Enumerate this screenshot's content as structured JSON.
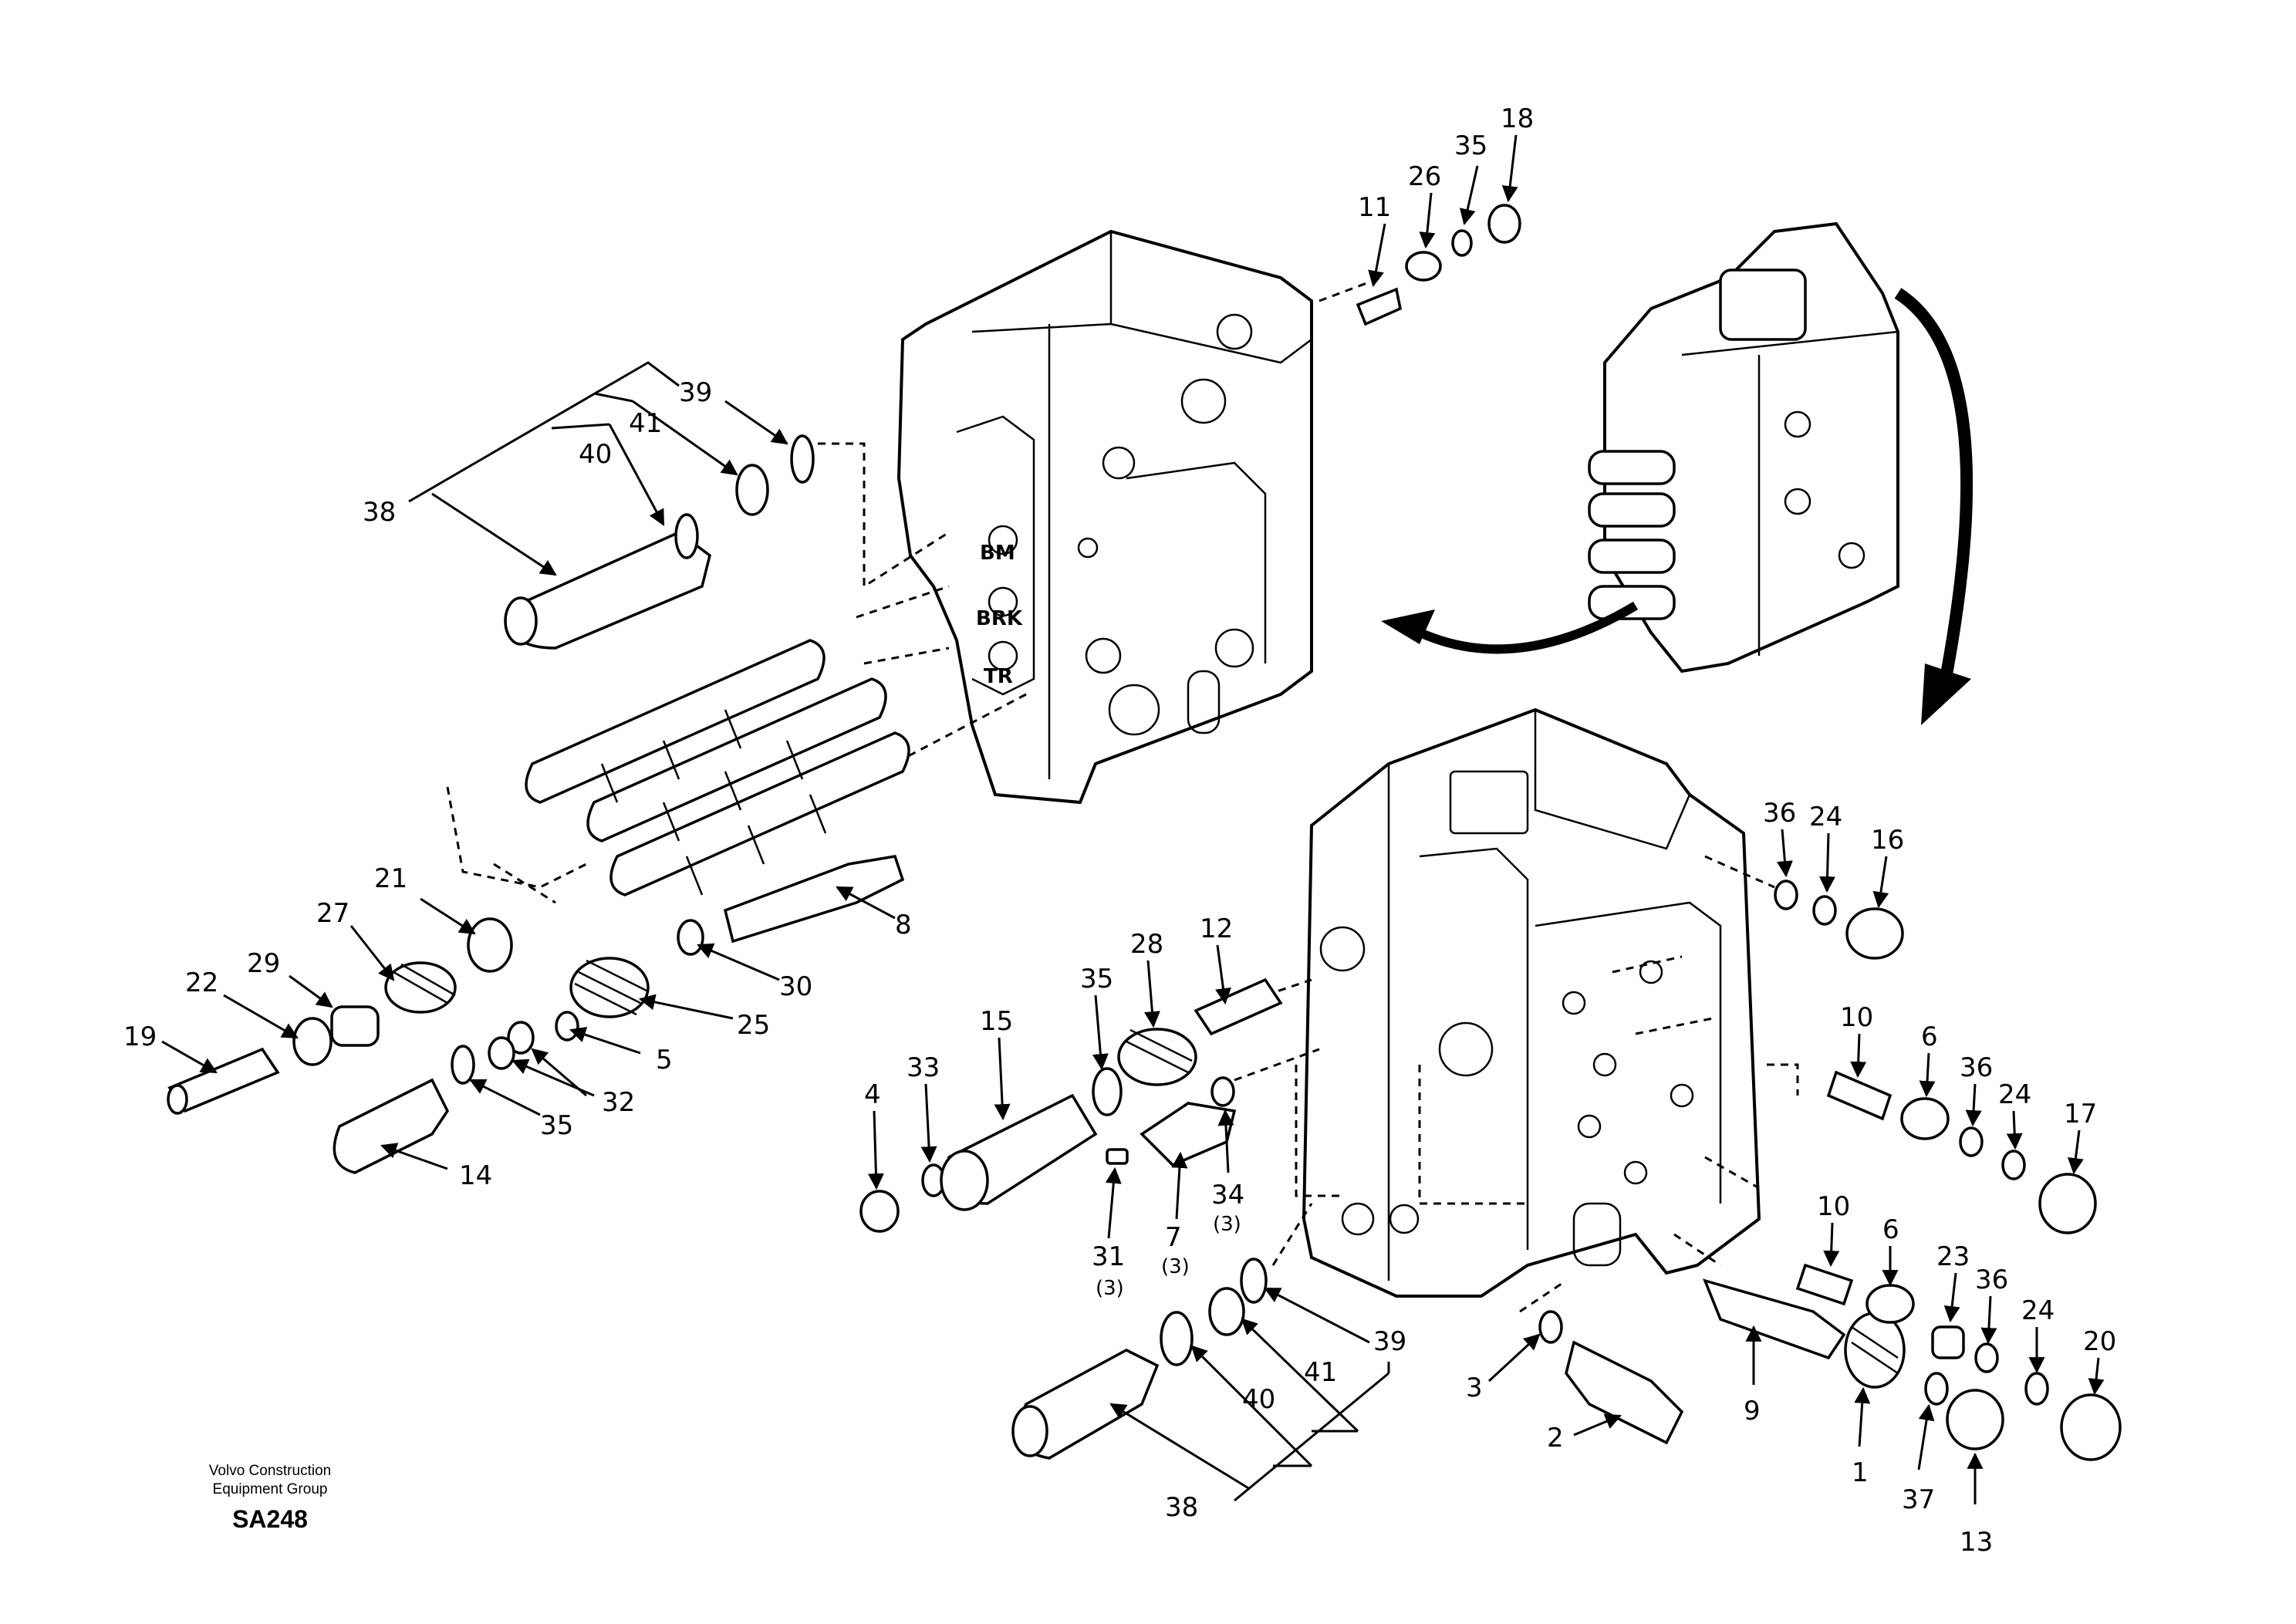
{
  "diagram": {
    "port_labels": [
      "BM",
      "BRK",
      "TR"
    ],
    "callouts": [
      {
        "id": "c38a",
        "text": "38"
      },
      {
        "id": "c39a",
        "text": "39"
      },
      {
        "id": "c40a",
        "text": "40"
      },
      {
        "id": "c41a",
        "text": "41"
      },
      {
        "id": "c11",
        "text": "11"
      },
      {
        "id": "c26",
        "text": "26"
      },
      {
        "id": "c35a",
        "text": "35"
      },
      {
        "id": "c18",
        "text": "18"
      },
      {
        "id": "c21",
        "text": "21"
      },
      {
        "id": "c27",
        "text": "27"
      },
      {
        "id": "c29",
        "text": "29"
      },
      {
        "id": "c22",
        "text": "22"
      },
      {
        "id": "c19",
        "text": "19"
      },
      {
        "id": "c8",
        "text": "8"
      },
      {
        "id": "c30",
        "text": "30"
      },
      {
        "id": "c25",
        "text": "25"
      },
      {
        "id": "c5",
        "text": "5"
      },
      {
        "id": "c32",
        "text": "32"
      },
      {
        "id": "c35b",
        "text": "35"
      },
      {
        "id": "c14",
        "text": "14"
      },
      {
        "id": "c4",
        "text": "4"
      },
      {
        "id": "c33",
        "text": "33"
      },
      {
        "id": "c15",
        "text": "15"
      },
      {
        "id": "c35c",
        "text": "35"
      },
      {
        "id": "c28",
        "text": "28"
      },
      {
        "id": "c12",
        "text": "12"
      },
      {
        "id": "c31",
        "text": "31"
      },
      {
        "id": "c7",
        "text": "7"
      },
      {
        "id": "c34",
        "text": "34"
      },
      {
        "id": "c36a",
        "text": "36"
      },
      {
        "id": "c24a",
        "text": "24"
      },
      {
        "id": "c16",
        "text": "16"
      },
      {
        "id": "c10a",
        "text": "10"
      },
      {
        "id": "c6a",
        "text": "6"
      },
      {
        "id": "c36b",
        "text": "36"
      },
      {
        "id": "c24b",
        "text": "24"
      },
      {
        "id": "c17",
        "text": "17"
      },
      {
        "id": "c10b",
        "text": "10"
      },
      {
        "id": "c6b",
        "text": "6"
      },
      {
        "id": "c23",
        "text": "23"
      },
      {
        "id": "c36c",
        "text": "36"
      },
      {
        "id": "c24c",
        "text": "24"
      },
      {
        "id": "c20",
        "text": "20"
      },
      {
        "id": "c3",
        "text": "3"
      },
      {
        "id": "c2",
        "text": "2"
      },
      {
        "id": "c9",
        "text": "9"
      },
      {
        "id": "c1",
        "text": "1"
      },
      {
        "id": "c37",
        "text": "37"
      },
      {
        "id": "c13",
        "text": "13"
      },
      {
        "id": "c39b",
        "text": "39"
      },
      {
        "id": "c41b",
        "text": "41"
      },
      {
        "id": "c40b",
        "text": "40"
      },
      {
        "id": "c38b",
        "text": "38"
      }
    ],
    "quantities": [
      {
        "id": "q31",
        "text": "(3)"
      },
      {
        "id": "q7",
        "text": "(3)"
      },
      {
        "id": "q34",
        "text": "(3)"
      }
    ]
  },
  "footer": {
    "org_line1": "Volvo Construction",
    "org_line2": "Equipment Group",
    "code": "SA248"
  }
}
